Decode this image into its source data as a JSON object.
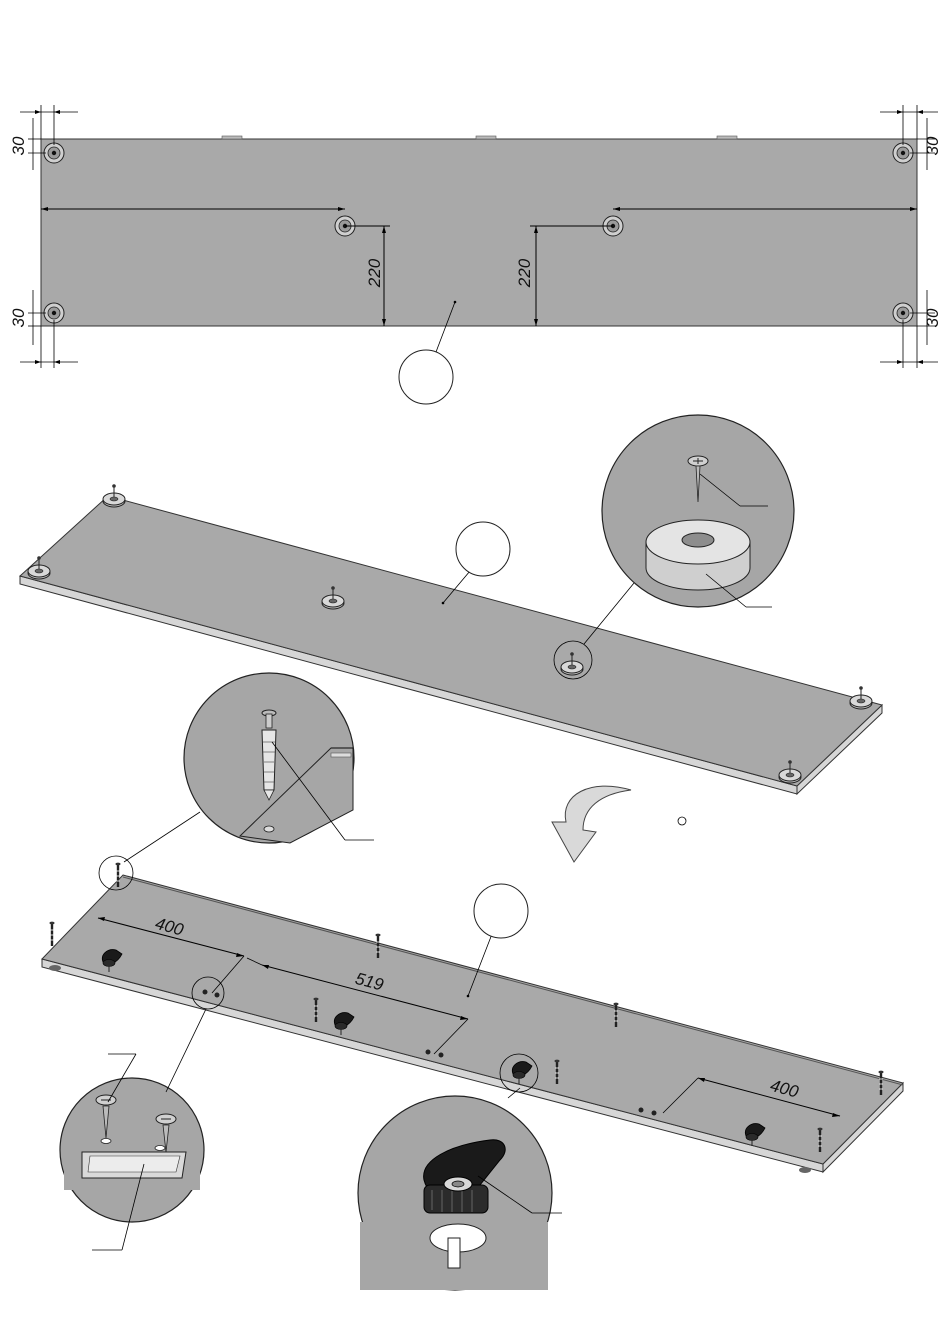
{
  "diagram": {
    "colors": {
      "panel": "#a9a9a9",
      "panel_edge": "#d6d6d6",
      "line": "#000000",
      "fitting_dark": "#1a1a1a"
    },
    "top_view": {
      "dim_edge_tl": "30",
      "dim_edge_bl": "30",
      "dim_edge_tr": "30",
      "dim_edge_br": "30",
      "dim_left_depth": "220",
      "dim_right_depth": "220"
    },
    "bottom_view": {
      "dim_left": "400",
      "dim_middle": "519",
      "dim_right": "400"
    },
    "icons": [
      "foot-pad-icon",
      "screw-icon",
      "dowel-pin-icon",
      "cam-lock-icon",
      "flip-arrow-icon",
      "connector-plate-icon"
    ]
  }
}
